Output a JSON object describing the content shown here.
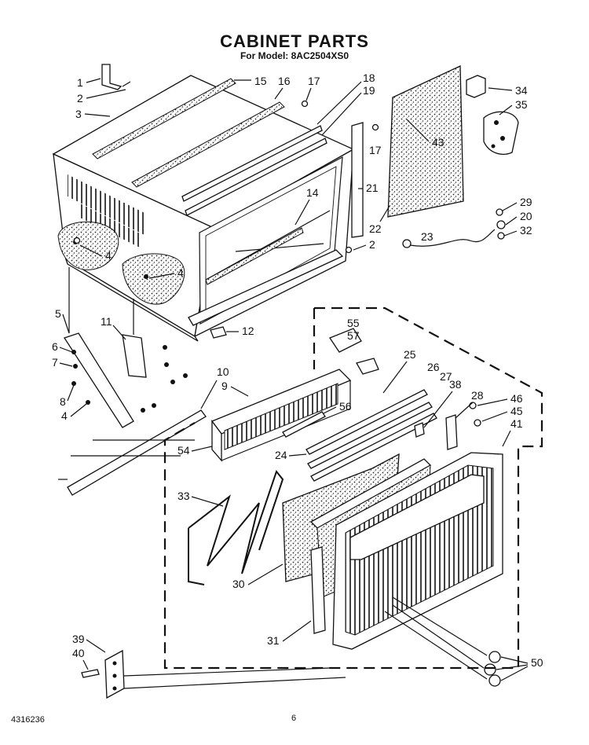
{
  "title": "CABINET PARTS",
  "subtitle": "For Model: 8AC2504XS0",
  "footer": {
    "doc_number": "4316236",
    "page_number": "6"
  },
  "labels": {
    "p1": "1",
    "p2": "2",
    "p3": "3",
    "p4": "4",
    "p5": "5",
    "p6": "6",
    "p7": "7",
    "p8": "8",
    "p9": "9",
    "p10": "10",
    "p11": "11",
    "p12": "12",
    "p14": "14",
    "p15": "15",
    "p16": "16",
    "p17": "17",
    "p18": "18",
    "p19": "19",
    "p20": "20",
    "p21": "21",
    "p22": "22",
    "p23": "23",
    "p24": "24",
    "p25": "25",
    "p26": "26",
    "p27": "27",
    "p28": "28",
    "p29": "29",
    "p30": "30",
    "p31": "31",
    "p32": "32",
    "p33": "33",
    "p34": "34",
    "p35": "35",
    "p38": "38",
    "p39": "39",
    "p40": "40",
    "p41": "41",
    "p43": "43",
    "p45": "45",
    "p46": "46",
    "p50": "50",
    "p54": "54",
    "p55": "55",
    "p56": "56",
    "p57": "57"
  }
}
